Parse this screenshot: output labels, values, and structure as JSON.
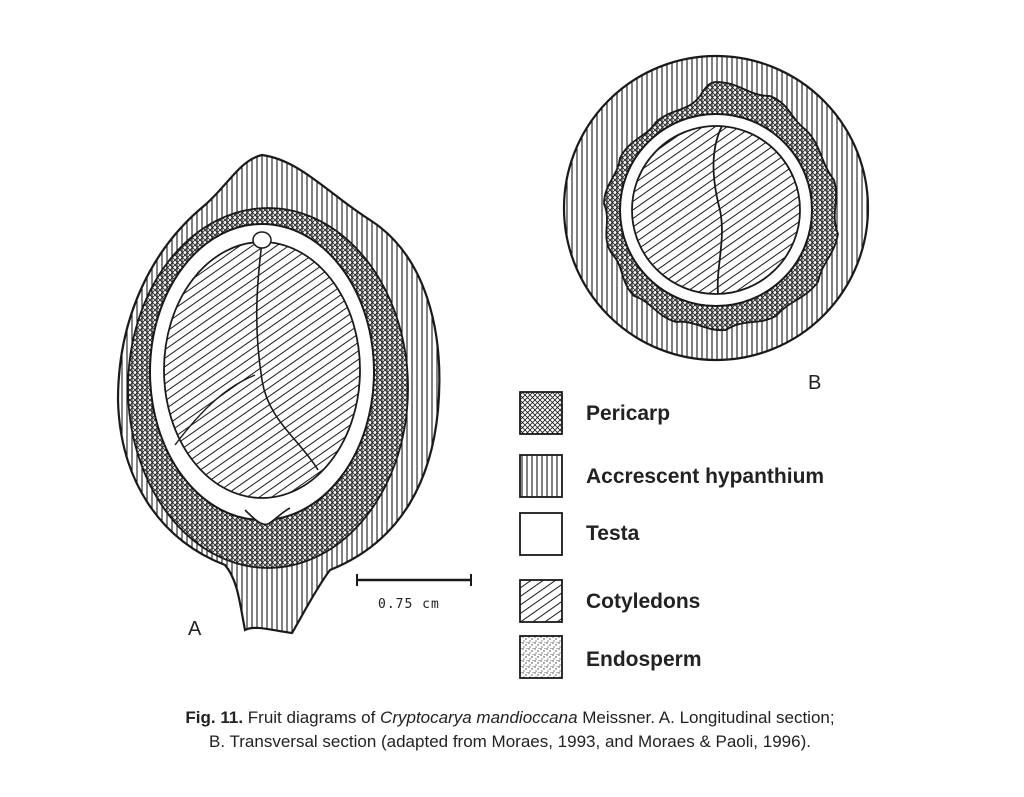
{
  "panels": {
    "a_letter": "A",
    "b_letter": "B"
  },
  "scale_bar": {
    "label": "0.75 cm"
  },
  "legend": [
    {
      "label": "Pericarp",
      "pattern": "cross-hatch"
    },
    {
      "label": "Accrescent hypanthium",
      "pattern": "vertical-lines"
    },
    {
      "label": "Testa",
      "pattern": "blank"
    },
    {
      "label": "Cotyledons",
      "pattern": "diagonal-lines"
    },
    {
      "label": "Endosperm",
      "pattern": "stipple"
    }
  ],
  "caption": {
    "fig_number": "Fig. 11.",
    "part1": " Fruit diagrams of ",
    "species": "Cryptocarya mandioccana",
    "part2": " Meissner. A. Longitudinal section;",
    "line2": "B. Transversal section (adapted from Moraes, 1993, and Moraes & Paoli, 1996)."
  },
  "colors": {
    "ink": "#1a1a1a",
    "background": "#ffffff"
  }
}
